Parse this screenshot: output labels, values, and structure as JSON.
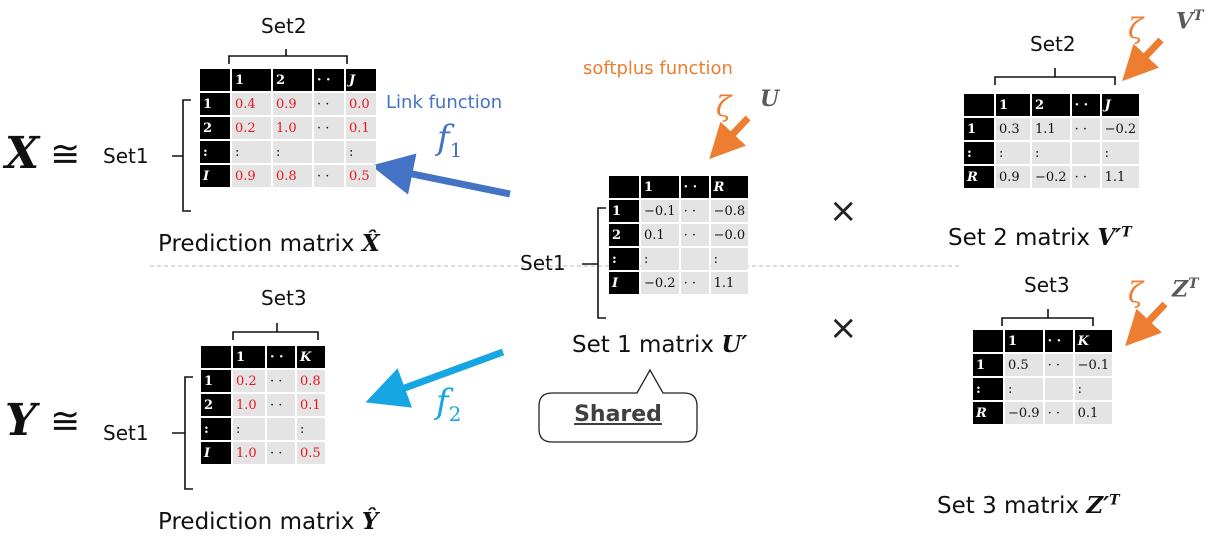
{
  "left_top": {
    "set_top": "Set2",
    "set_side": "Set1",
    "symbol": "X",
    "approx": "≅",
    "caption": "Prediction matrix",
    "caption_sym": "X̂",
    "header": [
      "1",
      "2",
      "· ·",
      "J"
    ],
    "rows": [
      {
        "label": "1",
        "cells": [
          "0.4",
          "0.9",
          "· ·",
          "0.0"
        ]
      },
      {
        "label": "2",
        "cells": [
          "0.2",
          "1.0",
          "· ·",
          "0.1"
        ]
      },
      {
        "label": ":",
        "cells": [
          ":",
          ":",
          "",
          ":"
        ]
      },
      {
        "label": "I",
        "cells": [
          "0.9",
          "0.8",
          "· ·",
          "0.5"
        ]
      }
    ]
  },
  "left_bottom": {
    "set_top": "Set3",
    "set_side": "Set1",
    "symbol": "Y",
    "approx": "≅",
    "caption": "Prediction matrix",
    "caption_sym": "Ŷ",
    "header": [
      "1",
      "· ·",
      "K"
    ],
    "rows": [
      {
        "label": "1",
        "cells": [
          "0.2",
          "· ·",
          "0.8"
        ]
      },
      {
        "label": "2",
        "cells": [
          "1.0",
          "· ·",
          "0.1"
        ]
      },
      {
        "label": ":",
        "cells": [
          ":",
          "",
          ":"
        ]
      },
      {
        "label": "I",
        "cells": [
          "1.0",
          "· ·",
          "0.5"
        ]
      }
    ]
  },
  "center": {
    "set_side": "Set1",
    "caption": "Set 1 matrix",
    "caption_sym": "U′",
    "header": [
      "1",
      "· ·",
      "R"
    ],
    "rows": [
      {
        "label": "1",
        "cells": [
          "−0.1",
          "· ·",
          "−0.8"
        ]
      },
      {
        "label": "2",
        "cells": [
          "0.1",
          "· ·",
          "−0.0"
        ]
      },
      {
        "label": ":",
        "cells": [
          ":",
          "",
          ":"
        ]
      },
      {
        "label": "I",
        "cells": [
          "−0.2",
          "· ·",
          "1.1"
        ]
      }
    ],
    "shared_label": "Shared",
    "softplus_label": "softplus function",
    "zeta": "ζ",
    "input_sym": "U"
  },
  "link": {
    "label": "Link function",
    "f1": "f",
    "f1_sub": "1",
    "f2": "f",
    "f2_sub": "2"
  },
  "right_top": {
    "set_top": "Set2",
    "caption": "Set 2 matrix",
    "caption_sym": "V′",
    "caption_sup": "T",
    "zeta": "ζ",
    "input_sym": "V",
    "input_sup": "T",
    "header": [
      "1",
      "2",
      "· ·",
      "J"
    ],
    "rows": [
      {
        "label": "1",
        "cells": [
          "0.3",
          "1.1",
          "· ·",
          "−0.2"
        ]
      },
      {
        "label": ":",
        "cells": [
          ":",
          ":",
          "",
          ":"
        ]
      },
      {
        "label": "R",
        "cells": [
          "0.9",
          "−0.2",
          "· ·",
          "1.1"
        ]
      }
    ]
  },
  "right_bottom": {
    "set_top": "Set3",
    "caption": "Set 3 matrix",
    "caption_sym": "Z′",
    "caption_sup": "T",
    "zeta": "ζ",
    "input_sym": "Z",
    "input_sup": "T",
    "header": [
      "1",
      "· ·",
      "K"
    ],
    "rows": [
      {
        "label": "1",
        "cells": [
          "0.5",
          "· ·",
          "−0.1"
        ]
      },
      {
        "label": ":",
        "cells": [
          ":",
          "",
          ":"
        ]
      },
      {
        "label": "R",
        "cells": [
          "−0.9",
          "· ·",
          "0.1"
        ]
      }
    ]
  },
  "ops": {
    "times": "×"
  },
  "colors": {
    "link_blue": "#4472c4",
    "cyan": "#15a6e3",
    "orange": "#ed7d31",
    "red": "#e8161b"
  }
}
